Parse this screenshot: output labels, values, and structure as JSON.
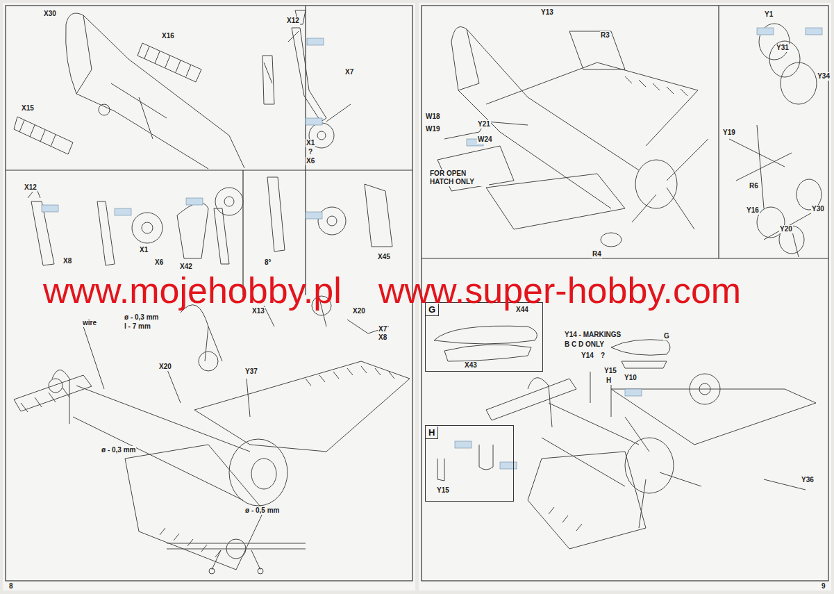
{
  "diagram": {
    "nodes": [
      {
        "text": [
          "G"
        ]
      },
      {
        "text": [
          "H"
        ]
      }
    ],
    "labels": [
      "X30",
      "X16",
      "X15",
      "X12",
      "X7",
      "X1",
      "?",
      "X6",
      "X12",
      "X8",
      "X1",
      "X6",
      "X42",
      "8°",
      "X45",
      "www.mojehobby.pl",
      "www.super-hobby.com",
      "X13",
      "X20",
      "X7",
      "X8",
      "wire",
      "ø - 0,3 mm",
      "l - 7 mm",
      "X20",
      "Y37",
      "ø - 0,3 mm",
      "ø - 0,5 mm",
      "8",
      "Y13",
      "R3",
      "Y1",
      "Y31",
      "Y34",
      "W18",
      "W19",
      "Y21",
      "W24",
      "FOR OPEN HATCH ONLY",
      "Y19",
      "R6",
      "Y30",
      "Y16",
      "Y20",
      "R4",
      "X44",
      "X43",
      "Y14 - MARKINGS",
      "B C D ONLY",
      "Y14",
      "?",
      "Y15",
      "H",
      "G",
      "Y10",
      "Y36",
      "Y15",
      "9"
    ]
  }
}
